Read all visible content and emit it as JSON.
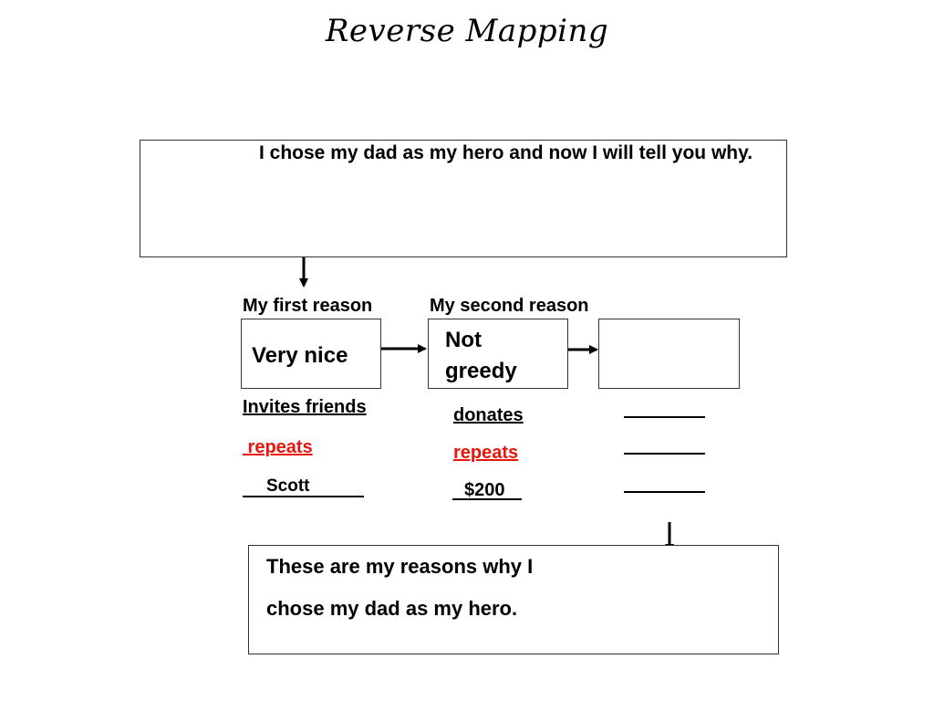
{
  "title": "Reverse Mapping",
  "intro": {
    "text": "I chose my dad as my hero and now I will tell you why."
  },
  "reasons": {
    "first_label": "My first reason",
    "second_label": "My second reason",
    "first_box": "Very nice",
    "second_box_line1": "Not",
    "second_box_line2": "greedy",
    "third_box": ""
  },
  "details": {
    "first": {
      "line1": "Invites friends",
      "line2": " repeats",
      "line3": "Scott"
    },
    "second": {
      "line1": "donates",
      "line2": "repeats",
      "line3": "$200"
    }
  },
  "conclusion": {
    "line1": "These are my reasons why I",
    "line2": "chose my dad as my hero."
  },
  "colors": {
    "highlight": "#e8160c",
    "text": "#000000",
    "border": "#333333"
  }
}
